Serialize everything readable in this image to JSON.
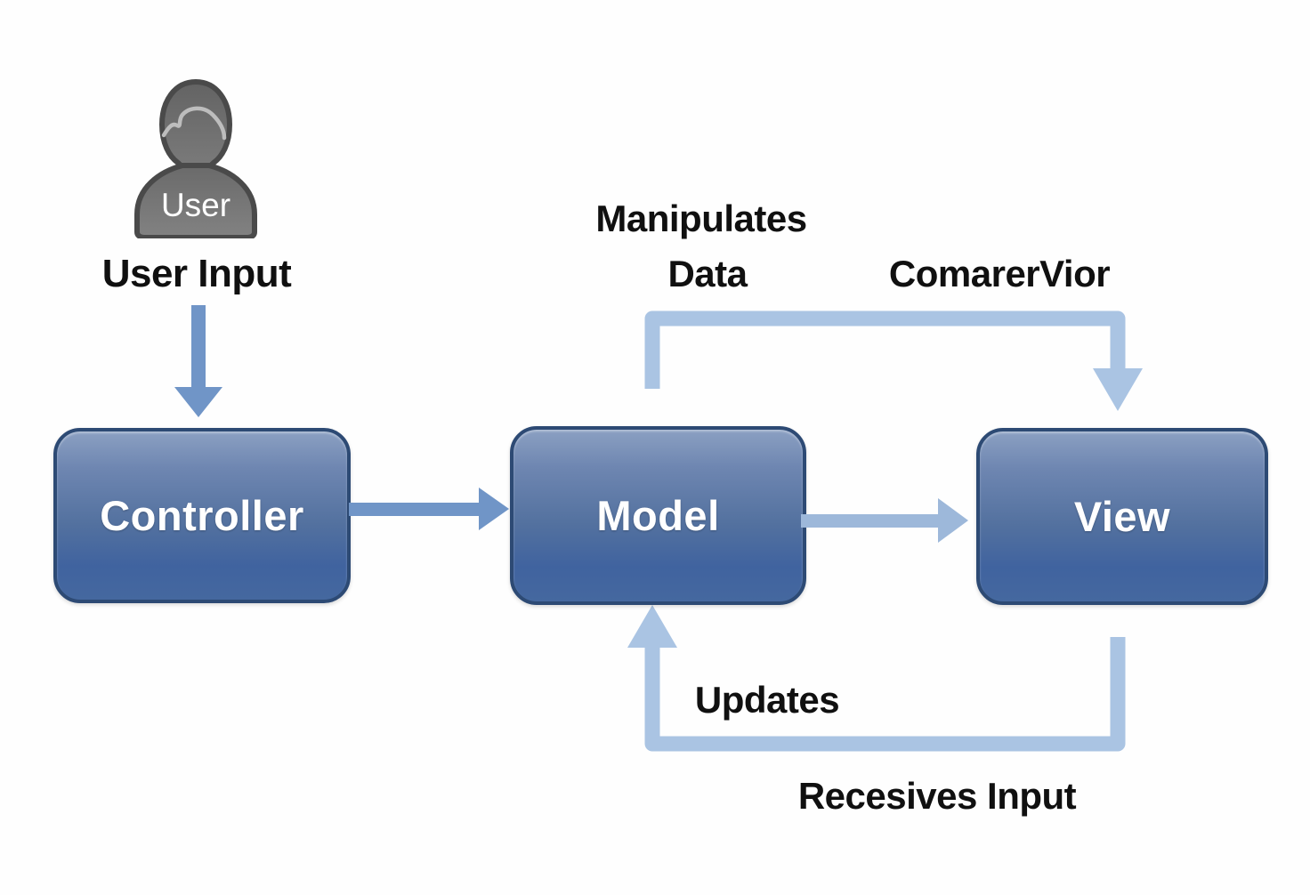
{
  "diagram": {
    "user": {
      "icon_label": "User",
      "caption": "User Input"
    },
    "boxes": [
      {
        "id": "controller",
        "label": "Controller"
      },
      {
        "id": "model",
        "label": "Model"
      },
      {
        "id": "view",
        "label": "View"
      }
    ],
    "labels": {
      "manipulates_line1": "Manipulates",
      "manipulates_line2": "Data",
      "top_right": "ComarerVior",
      "updates": "Updates",
      "receives": "Recesives Input"
    },
    "colors": {
      "box_border": "#2d4a74",
      "box_gradient_top": "#8ba0c2",
      "box_gradient_bottom": "#40639f",
      "box_text": "#ffffff",
      "arrow_medium_blue": "#7095c7",
      "arrow_light_blue": "#9db8da",
      "loop_blue": "#aac4e3",
      "label_text": "#101010",
      "user_icon_gray": "#6f6f6f",
      "background": "#fefefe"
    }
  }
}
